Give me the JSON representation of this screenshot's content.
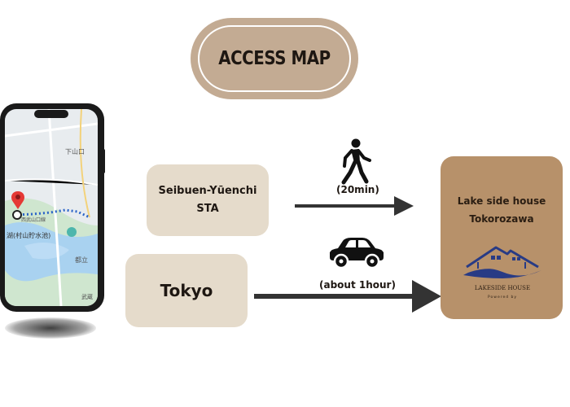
{
  "title": "ACCESS MAP",
  "stations": {
    "seibuen_line1": "Seibuen-Yūenchi",
    "seibuen_line2": "STA",
    "tokyo": "Tokyo"
  },
  "routes": {
    "walk_duration": "(20min)",
    "car_duration": "(about 1hour)"
  },
  "destination": {
    "line1": "Lake side house",
    "line2": "Tokorozawa",
    "logo_text": "LAKESIDE HOUSE",
    "logo_sub": "Powered by"
  },
  "map_labels": {
    "label1": "下山口",
    "label2": "西武山口線",
    "label3": "湖(村山貯水池)",
    "label4": "都立",
    "label5": "武蔵"
  },
  "colors": {
    "title_pill": "#c3ab93",
    "station_box": "#e5dbcb",
    "destination_box": "#b7916a",
    "arrow": "#333333"
  }
}
